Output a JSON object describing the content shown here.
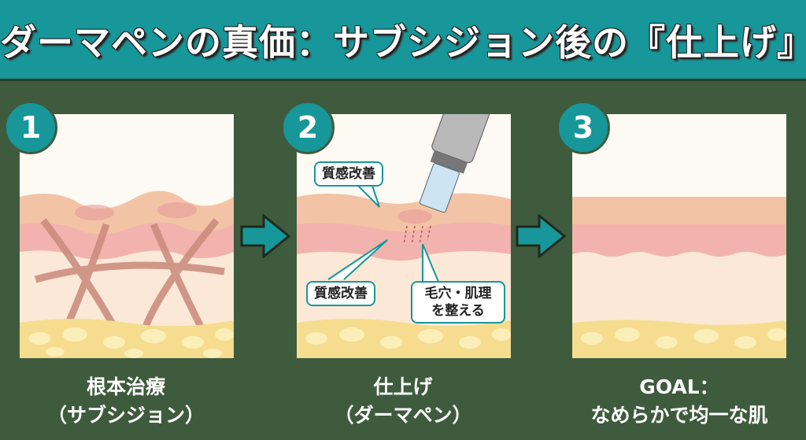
{
  "title": "ダーマペンの真価：サブシジョン後の『仕上げ』",
  "steps": [
    {
      "number": "1",
      "caption_line1": "根本治療",
      "caption_line2": "（サブシジョン）"
    },
    {
      "number": "2",
      "caption_line1": "仕上げ",
      "caption_line2": "（ダーマペン）"
    },
    {
      "number": "3",
      "caption_line1": "GOAL：",
      "caption_line2": "なめらかで均一な肌"
    }
  ],
  "callouts": {
    "top": "質感改善",
    "bottom_left": "質感改善",
    "bottom_right": "毛穴・肌理を整える"
  },
  "colors": {
    "header": "#17979a",
    "background": "#3f5b3d"
  }
}
